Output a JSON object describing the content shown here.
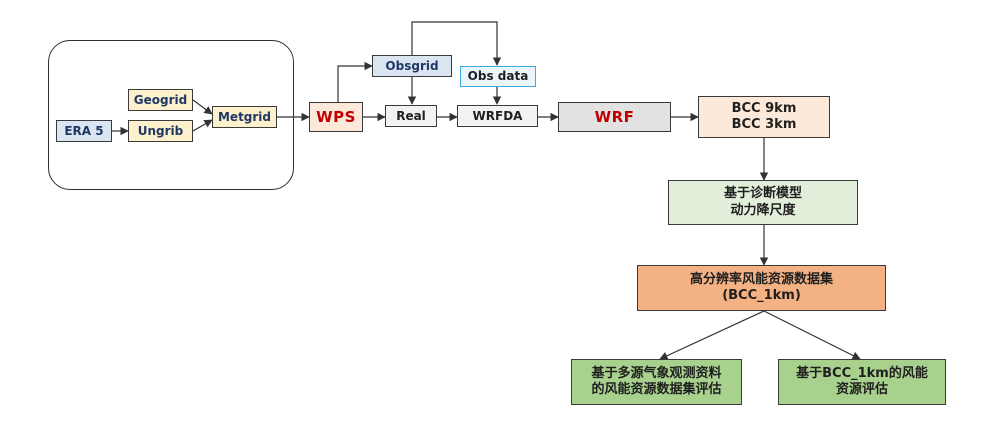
{
  "nodes": {
    "era5": "ERA 5",
    "geogrid": "Geogrid",
    "ungrib": "Ungrib",
    "metgrid": "Metgrid",
    "wps": "WPS",
    "obsgrid": "Obsgrid",
    "obs_data": "Obs data",
    "real": "Real",
    "wrfda": "WRFDA",
    "wrf": "WRF",
    "bcc_res": [
      "BCC 9km",
      "BCC 3km"
    ],
    "downscale": [
      "基于诊断模型",
      "动力降尺度"
    ],
    "dataset": [
      "高分辨率风能资源数据集",
      "(BCC_1km)"
    ],
    "eval_obs": [
      "基于多源气象观测资料",
      "的风能资源数据集评估"
    ],
    "eval_bcc": [
      "基于BCC_1km的风能",
      "资源评估"
    ]
  },
  "colors": {
    "era5": "#dbe5f1",
    "geogrid_ungrib_metgrid": "#fdf0cc",
    "wps": "#fde9d9",
    "obsgrid": "#dbe5f1",
    "obs_data_fill": "#eaf5fc",
    "obs_data_border": "#3fa9e0",
    "real": "#f2f2f2",
    "wrfda": "#f2f2f2",
    "wrf": "#e2e2e2",
    "bcc_res": "#fde9d9",
    "downscale": "#e2efda",
    "dataset": "#f4b183",
    "eval": "#a9d18e",
    "accent_red": "#c00000",
    "navy_text": "#1f3864"
  }
}
